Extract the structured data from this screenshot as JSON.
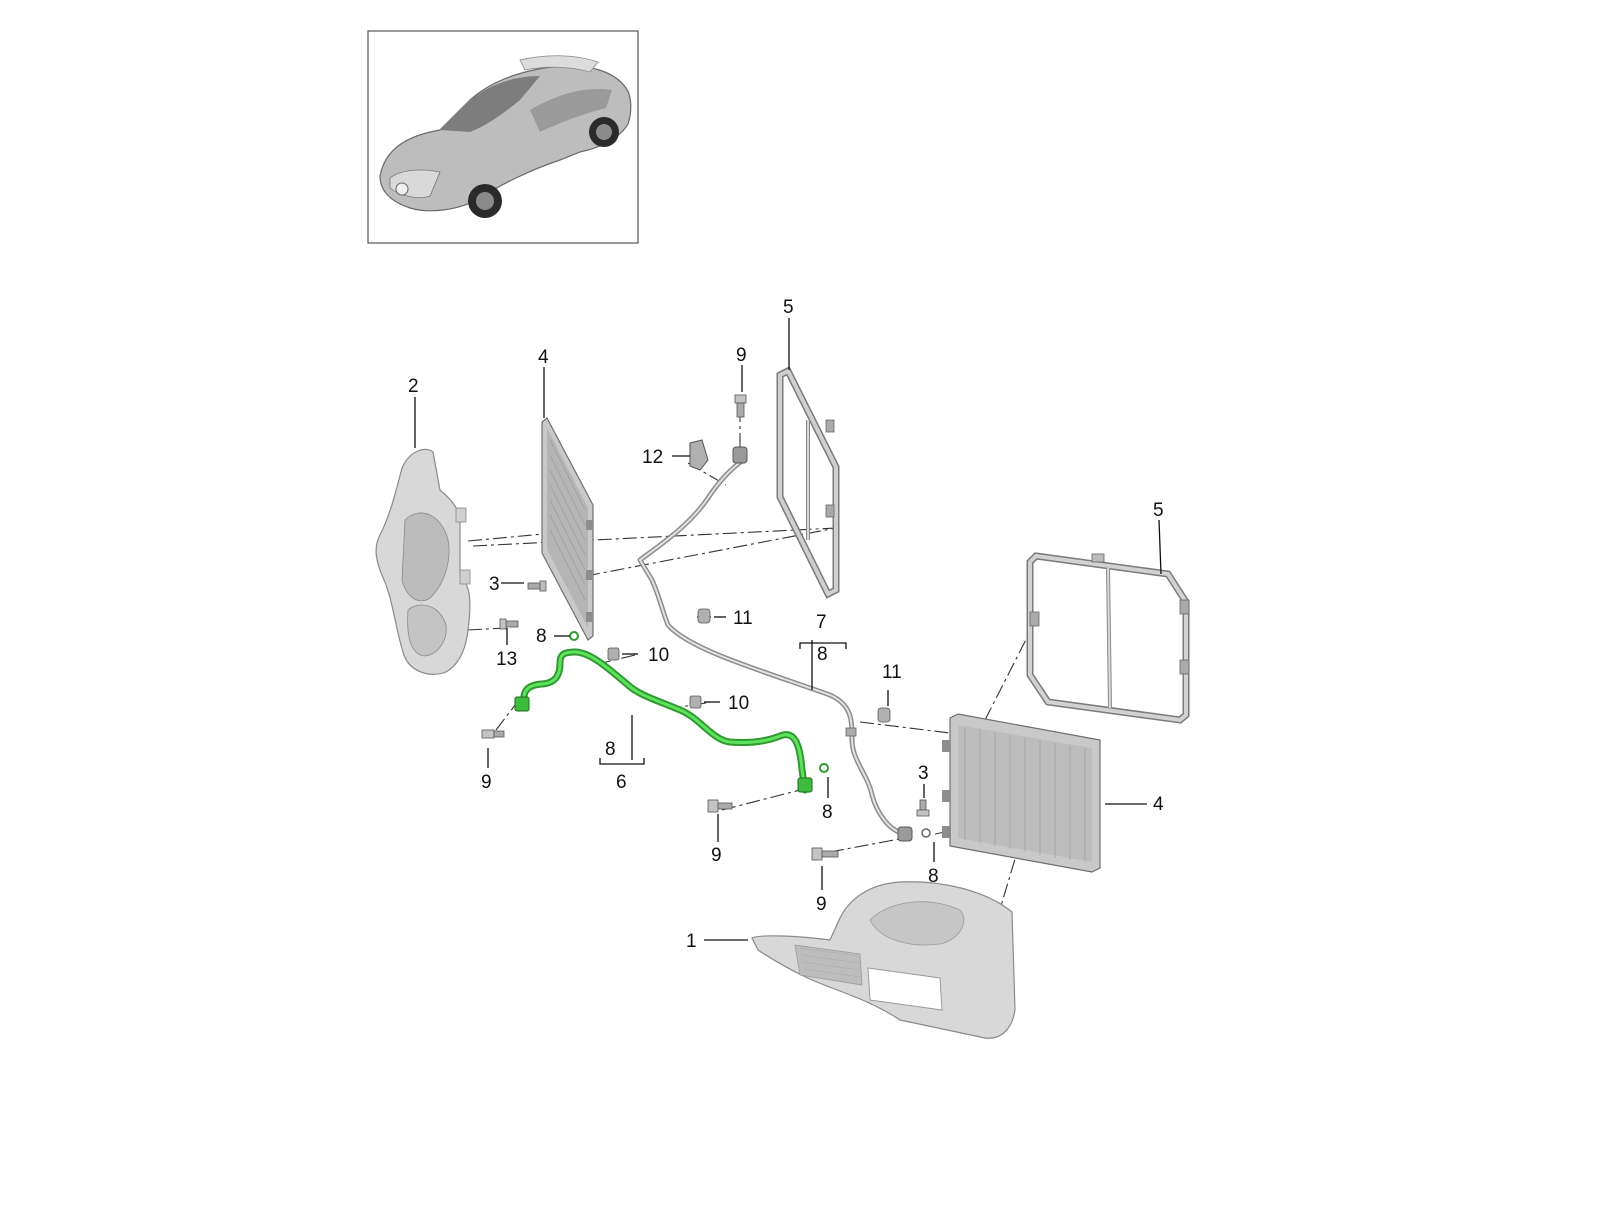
{
  "diagram": {
    "colors": {
      "highlight": "#4cd94c",
      "part": "#c9c9c9",
      "line": "#111111"
    },
    "parts": [
      {
        "id": "shroud-front-right",
        "label": "1"
      },
      {
        "id": "shroud-left",
        "label": "2"
      },
      {
        "id": "bolt-a-left",
        "label": "3"
      },
      {
        "id": "bolt-a-right",
        "label": "3"
      },
      {
        "id": "condenser-left",
        "label": "4"
      },
      {
        "id": "condenser-right",
        "label": "4"
      },
      {
        "id": "frame-left",
        "label": "5"
      },
      {
        "id": "frame-right",
        "label": "5"
      },
      {
        "id": "ac-line-highlighted",
        "label": "6",
        "note": "8"
      },
      {
        "id": "ac-line-grey",
        "label": "7",
        "note": "8"
      },
      {
        "id": "oring-1",
        "label": "8"
      },
      {
        "id": "oring-2",
        "label": "8"
      },
      {
        "id": "oring-3",
        "label": "8"
      },
      {
        "id": "screw-1",
        "label": "9"
      },
      {
        "id": "screw-2",
        "label": "9"
      },
      {
        "id": "screw-3",
        "label": "9"
      },
      {
        "id": "screw-4",
        "label": "9"
      },
      {
        "id": "clip-1",
        "label": "10"
      },
      {
        "id": "clip-2",
        "label": "10"
      },
      {
        "id": "holder-1",
        "label": "11"
      },
      {
        "id": "holder-2",
        "label": "11"
      },
      {
        "id": "bracket",
        "label": "12"
      },
      {
        "id": "pin",
        "label": "13"
      }
    ]
  }
}
